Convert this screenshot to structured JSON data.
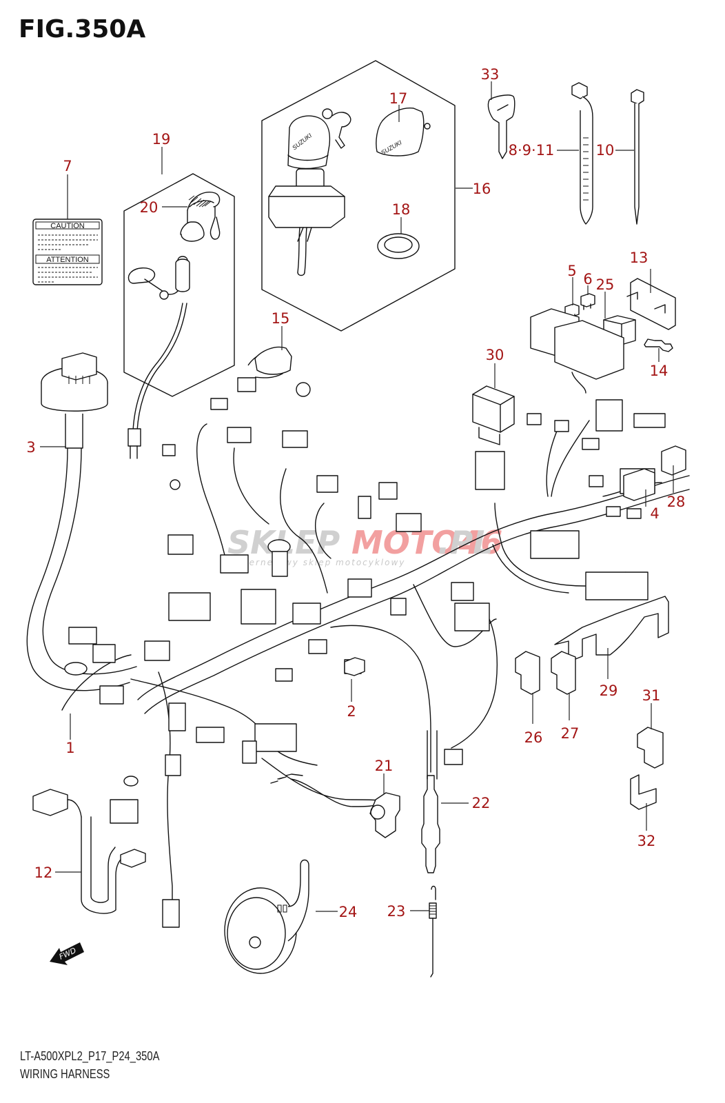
{
  "figure": {
    "title": "FIG.350A",
    "code": "LT-A500XPL2_P17_P24_350A",
    "name": "WIRING HARNESS"
  },
  "colors": {
    "callout": "#a31515",
    "line": "#111111",
    "watermark_gray": "#c9c9c9",
    "watermark_red": "#f2a0a0"
  },
  "label_part": {
    "caution": "CAUTION",
    "attention": "ATTENTION"
  },
  "watermark": {
    "brand_gray": "SKLEP",
    "brand_red": "MOTO46",
    "brand_suffix": ".PL",
    "tagline": "internetowy sklep motocyklowy"
  },
  "fwd_arrow": "FWD",
  "callouts": [
    {
      "id": "c1",
      "label": "1"
    },
    {
      "id": "c2",
      "label": "2"
    },
    {
      "id": "c3",
      "label": "3"
    },
    {
      "id": "c4",
      "label": "4"
    },
    {
      "id": "c5",
      "label": "5"
    },
    {
      "id": "c6",
      "label": "6"
    },
    {
      "id": "c7",
      "label": "7"
    },
    {
      "id": "c8911",
      "label": "8·9·11"
    },
    {
      "id": "c10",
      "label": "10"
    },
    {
      "id": "c12",
      "label": "12"
    },
    {
      "id": "c13",
      "label": "13"
    },
    {
      "id": "c14",
      "label": "14"
    },
    {
      "id": "c15",
      "label": "15"
    },
    {
      "id": "c16",
      "label": "16"
    },
    {
      "id": "c17",
      "label": "17"
    },
    {
      "id": "c18",
      "label": "18"
    },
    {
      "id": "c19",
      "label": "19"
    },
    {
      "id": "c20",
      "label": "20"
    },
    {
      "id": "c21",
      "label": "21"
    },
    {
      "id": "c22",
      "label": "22"
    },
    {
      "id": "c23",
      "label": "23"
    },
    {
      "id": "c24",
      "label": "24"
    },
    {
      "id": "c25",
      "label": "25"
    },
    {
      "id": "c26",
      "label": "26"
    },
    {
      "id": "c27",
      "label": "27"
    },
    {
      "id": "c28",
      "label": "28"
    },
    {
      "id": "c29",
      "label": "29"
    },
    {
      "id": "c30",
      "label": "30"
    },
    {
      "id": "c31",
      "label": "31"
    },
    {
      "id": "c32",
      "label": "32"
    },
    {
      "id": "c33",
      "label": "33"
    }
  ]
}
